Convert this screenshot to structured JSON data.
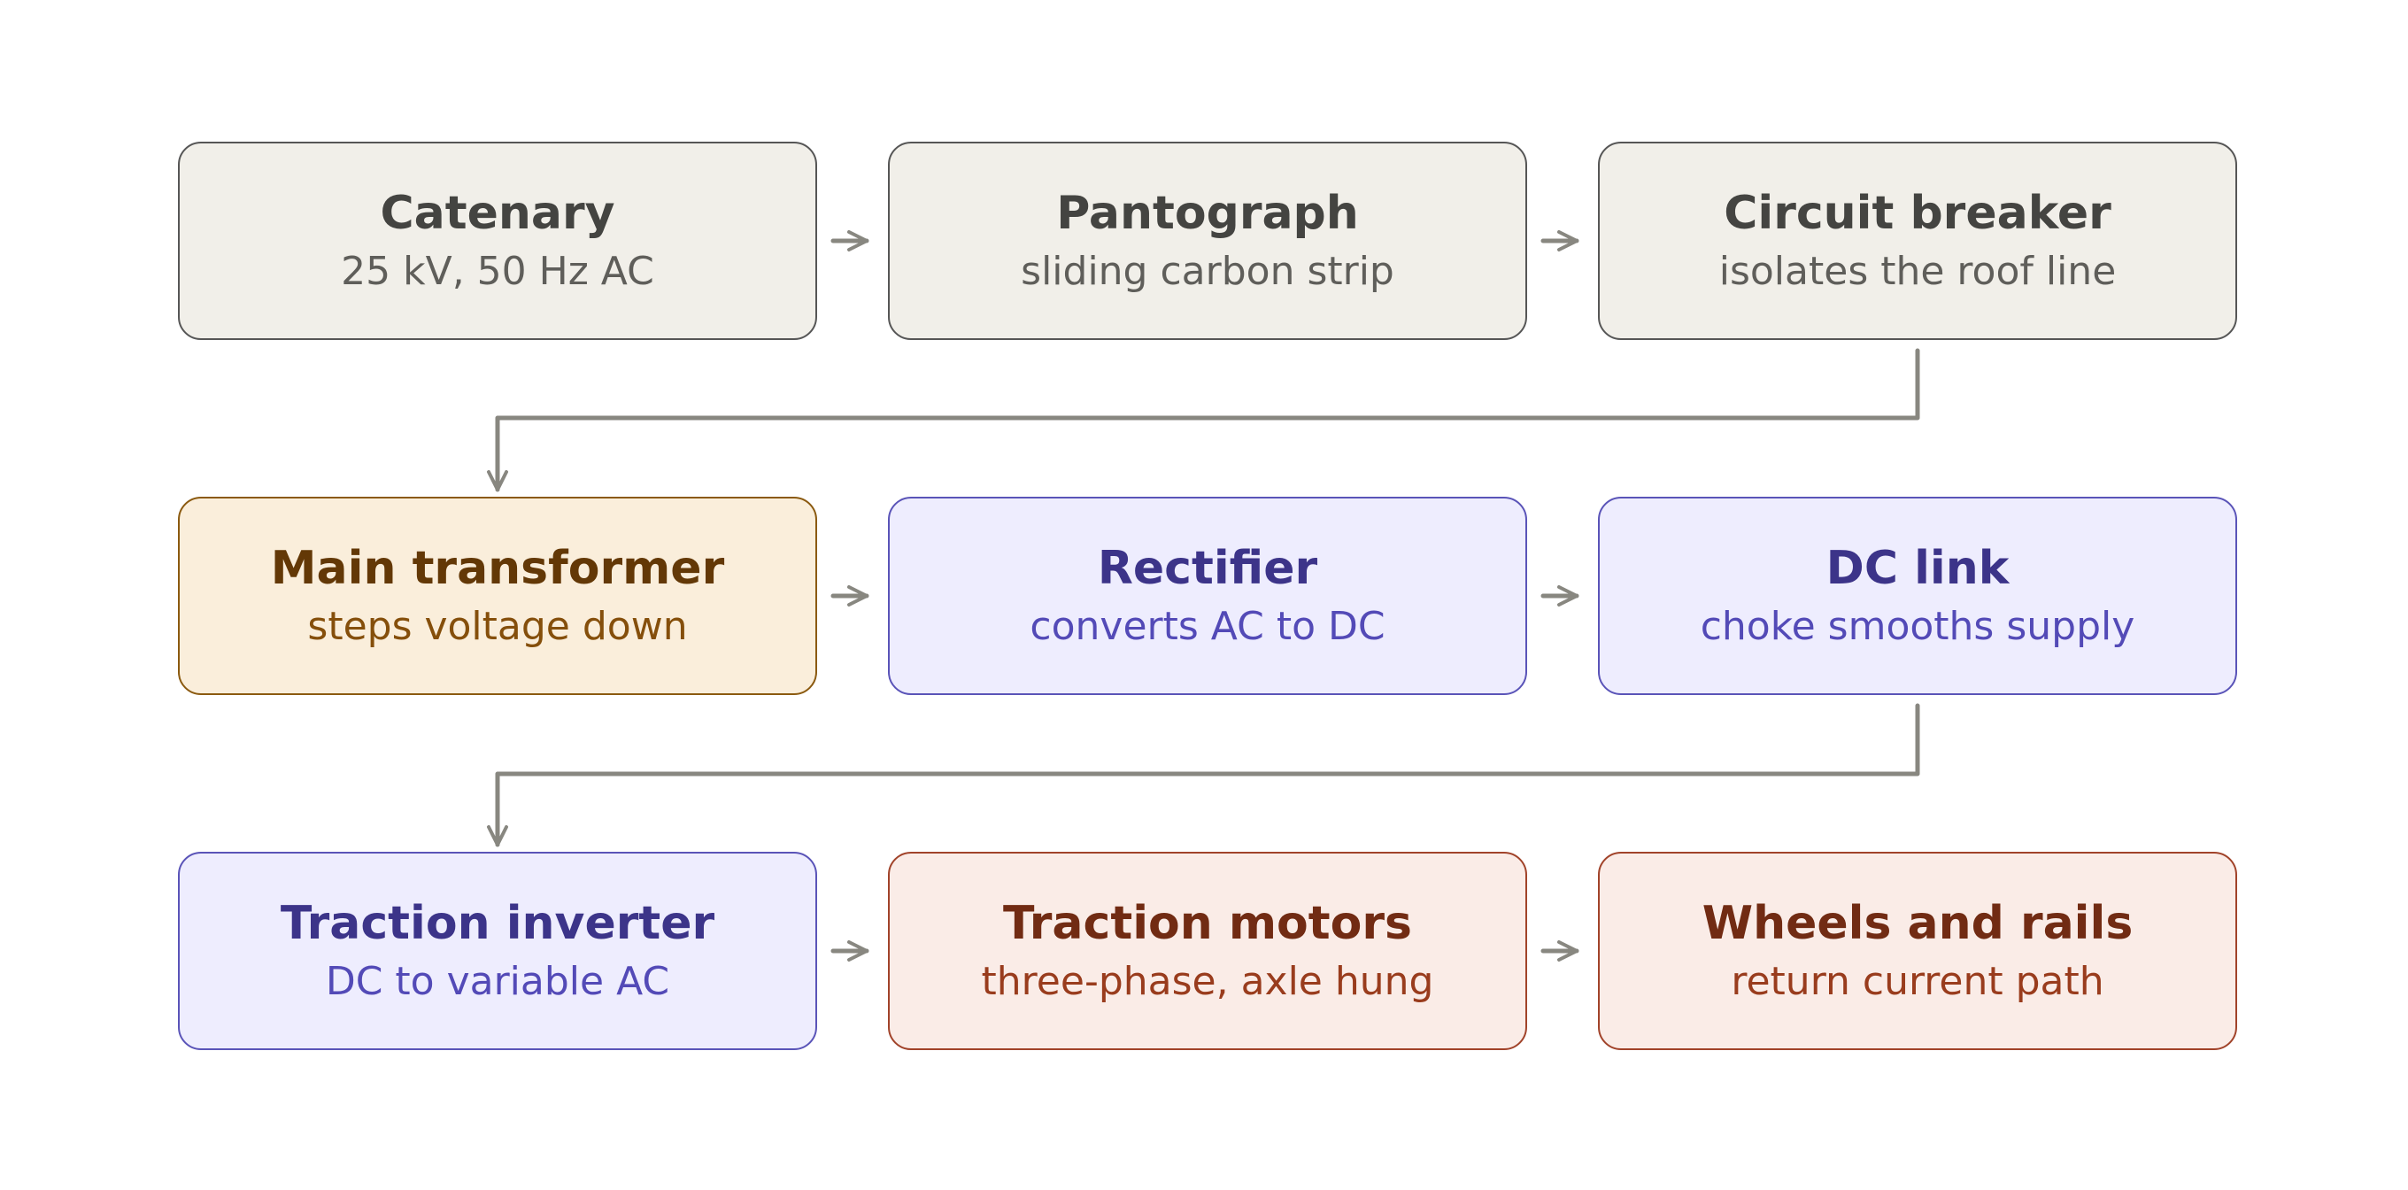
{
  "nodes": [
    {
      "id": "catenary",
      "title": "Catenary",
      "subtitle": "25 kV, 50 Hz AC"
    },
    {
      "id": "pantograph",
      "title": "Pantograph",
      "subtitle": "sliding carbon strip"
    },
    {
      "id": "circuit-breaker",
      "title": "Circuit breaker",
      "subtitle": "isolates the roof line"
    },
    {
      "id": "main-transformer",
      "title": "Main transformer",
      "subtitle": "steps voltage down"
    },
    {
      "id": "rectifier",
      "title": "Rectifier",
      "subtitle": "converts AC to DC"
    },
    {
      "id": "dc-link",
      "title": "DC link",
      "subtitle": "choke smooths supply"
    },
    {
      "id": "traction-inverter",
      "title": "Traction inverter",
      "subtitle": "DC to variable AC"
    },
    {
      "id": "traction-motors",
      "title": "Traction motors",
      "subtitle": "three-phase, axle hung"
    },
    {
      "id": "wheels-and-rails",
      "title": "Wheels and rails",
      "subtitle": "return current path"
    }
  ],
  "edges": [
    {
      "from": "catenary",
      "to": "pantograph"
    },
    {
      "from": "pantograph",
      "to": "circuit-breaker"
    },
    {
      "from": "circuit-breaker",
      "to": "main-transformer"
    },
    {
      "from": "main-transformer",
      "to": "rectifier"
    },
    {
      "from": "rectifier",
      "to": "dc-link"
    },
    {
      "from": "dc-link",
      "to": "traction-inverter"
    },
    {
      "from": "traction-inverter",
      "to": "traction-motors"
    },
    {
      "from": "traction-motors",
      "to": "wheels-and-rails"
    }
  ],
  "colors": {
    "connector": "#888780",
    "neutral_fill": "#f1efe9",
    "amber_fill": "#faeedb",
    "purple_fill": "#eeedfe",
    "red_fill": "#faece7"
  }
}
